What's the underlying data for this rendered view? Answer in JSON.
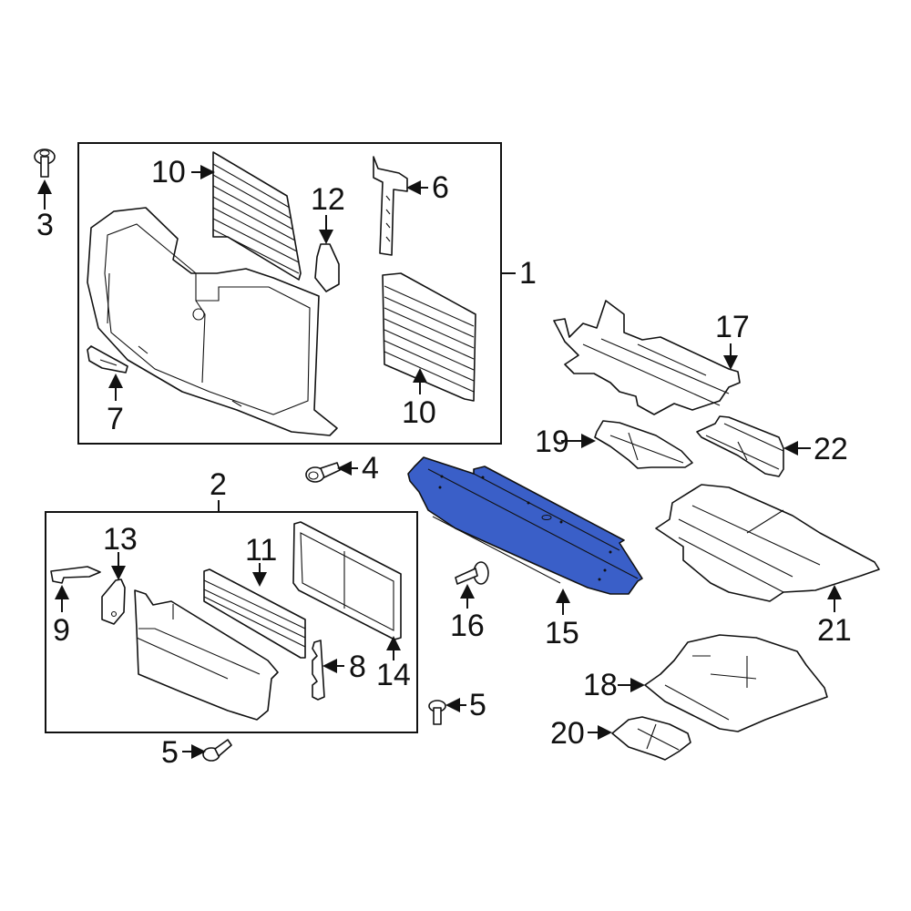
{
  "diagram": {
    "type": "exploded-parts-diagram",
    "highlight_color": "#3a5fc8",
    "highlighted_part": "15",
    "groups": [
      {
        "label": "1",
        "members": [
          "6",
          "7",
          "10",
          "12"
        ]
      },
      {
        "label": "2",
        "members": [
          "8",
          "9",
          "11",
          "13",
          "14"
        ]
      }
    ],
    "callouts": {
      "c1": "1",
      "c2": "2",
      "c3": "3",
      "c4": "4",
      "c5a": "5",
      "c5b": "5",
      "c6": "6",
      "c7": "7",
      "c8": "8",
      "c9": "9",
      "c10a": "10",
      "c10b": "10",
      "c11": "11",
      "c12": "12",
      "c13": "13",
      "c14": "14",
      "c15": "15",
      "c16": "16",
      "c17": "17",
      "c18": "18",
      "c19": "19",
      "c20": "20",
      "c21": "21",
      "c22": "22"
    }
  }
}
